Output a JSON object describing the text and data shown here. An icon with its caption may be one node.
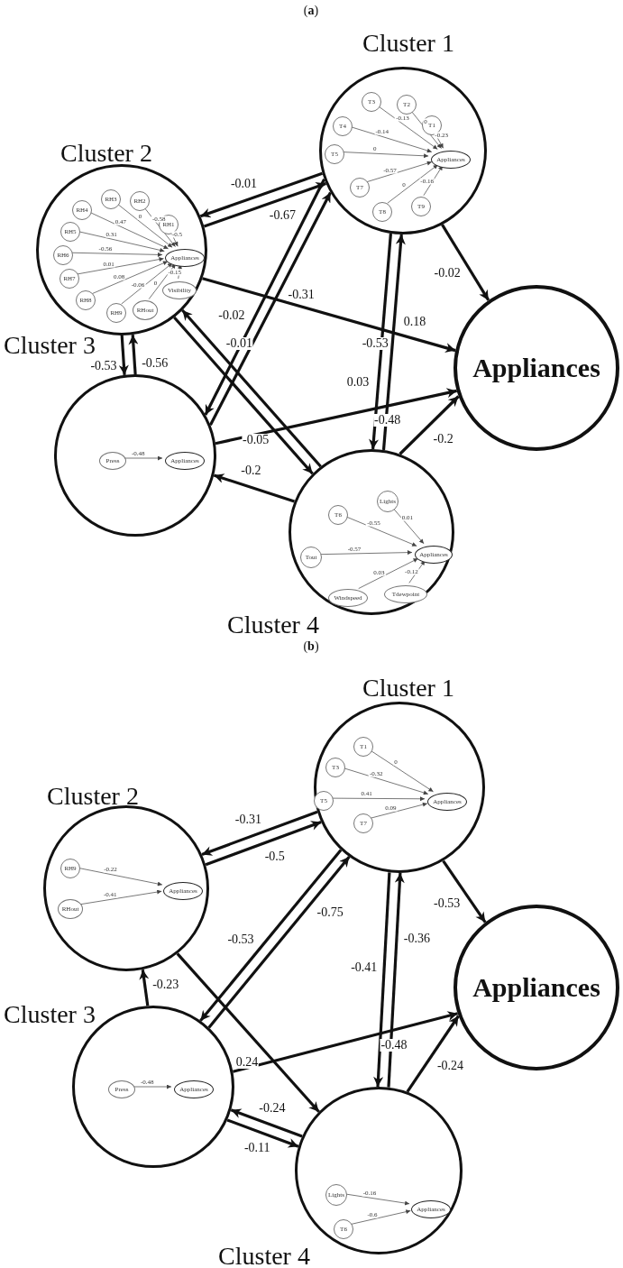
{
  "diagram": {
    "nodes": [
      {
        "text": [
          "Cluster 1"
        ]
      },
      {
        "text": [
          "Appliances"
        ],
        "in": 0
      },
      {
        "text": [
          "T3"
        ],
        "in": 0
      },
      {
        "text": [
          "T2"
        ],
        "in": 0
      },
      {
        "text": [
          "T1"
        ],
        "in": 0
      },
      {
        "text": [
          "T4"
        ],
        "in": 0
      },
      {
        "text": [
          "T5"
        ],
        "in": 0
      },
      {
        "text": [
          "T7"
        ],
        "in": 0
      },
      {
        "text": [
          "T8"
        ],
        "in": 0
      },
      {
        "text": [
          "T9"
        ],
        "in": 0
      },
      {
        "text": [
          "Cluster 2"
        ]
      },
      {
        "text": [
          "Appliances"
        ],
        "in": 10
      },
      {
        "text": [
          "RH3"
        ],
        "in": 10
      },
      {
        "text": [
          "RH2"
        ],
        "in": 10
      },
      {
        "text": [
          "RH4"
        ],
        "in": 10
      },
      {
        "text": [
          "RH1"
        ],
        "in": 10
      },
      {
        "text": [
          "RH5"
        ],
        "in": 10
      },
      {
        "text": [
          "RH6"
        ],
        "in": 10
      },
      {
        "text": [
          "RH7"
        ],
        "in": 10
      },
      {
        "text": [
          "RH8"
        ],
        "in": 10
      },
      {
        "text": [
          "RH9"
        ],
        "in": 10
      },
      {
        "text": [
          "RHout"
        ],
        "in": 10
      },
      {
        "text": [
          "Visibility"
        ],
        "in": 10
      },
      {
        "text": [
          "Appliances"
        ]
      },
      {
        "text": [
          "Cluster 3"
        ]
      },
      {
        "text": [
          "Press"
        ],
        "in": 24
      },
      {
        "text": [
          "Appliances"
        ],
        "in": 24
      },
      {
        "text": [
          "Cluster 4"
        ]
      },
      {
        "text": [
          "Lights"
        ],
        "in": 27
      },
      {
        "text": [
          "T6"
        ],
        "in": 27
      },
      {
        "text": [
          "Tout"
        ],
        "in": 27
      },
      {
        "text": [
          "Appliances"
        ],
        "in": 27
      },
      {
        "text": [
          "Windspeed"
        ],
        "in": 27
      },
      {
        "text": [
          "Tdewpoint"
        ],
        "in": 27
      },
      {
        "text": [
          "Cluster 1"
        ]
      },
      {
        "text": [
          "T1"
        ],
        "in": 34
      },
      {
        "text": [
          "T3"
        ],
        "in": 34
      },
      {
        "text": [
          "T5"
        ],
        "in": 34
      },
      {
        "text": [
          "T7"
        ],
        "in": 34
      },
      {
        "text": [
          "Appliances"
        ],
        "in": 34
      },
      {
        "text": [
          "Cluster 2"
        ]
      },
      {
        "text": [
          "RH9"
        ],
        "in": 40
      },
      {
        "text": [
          "RHout"
        ],
        "in": 40
      },
      {
        "text": [
          "Appliances"
        ],
        "in": 40
      },
      {
        "text": [
          "Appliances"
        ]
      },
      {
        "text": [
          "Cluster 3"
        ]
      },
      {
        "text": [
          "Press"
        ],
        "in": 45
      },
      {
        "text": [
          "Appliances"
        ],
        "in": 45
      },
      {
        "text": [
          "Cluster 4"
        ]
      },
      {
        "text": [
          "Lights"
        ],
        "in": 48
      },
      {
        "text": [
          "T6"
        ],
        "in": 48
      },
      {
        "text": [
          "Appliances"
        ],
        "in": 48
      }
    ],
    "edges": [
      {
        "from": 2,
        "to": 1,
        "arrow": "to",
        "label": "-0.13"
      },
      {
        "from": 3,
        "to": 1,
        "arrow": "to",
        "label": "0"
      },
      {
        "from": 4,
        "to": 1,
        "arrow": "to",
        "label": "-0.23"
      },
      {
        "from": 5,
        "to": 1,
        "arrow": "to",
        "label": "-0.14"
      },
      {
        "from": 6,
        "to": 1,
        "arrow": "to",
        "label": "0"
      },
      {
        "from": 7,
        "to": 1,
        "arrow": "to",
        "label": "-0.57"
      },
      {
        "from": 8,
        "to": 1,
        "arrow": "to",
        "label": "0"
      },
      {
        "from": 9,
        "to": 1,
        "arrow": "to",
        "label": "-0.16"
      },
      {
        "from": 12,
        "to": 11,
        "arrow": "to",
        "label": "0"
      },
      {
        "from": 13,
        "to": 11,
        "arrow": "to",
        "label": "-0.58"
      },
      {
        "from": 14,
        "to": 11,
        "arrow": "to",
        "label": "0.47"
      },
      {
        "from": 15,
        "to": 11,
        "arrow": "to",
        "label": "-0.5"
      },
      {
        "from": 16,
        "to": 11,
        "arrow": "to",
        "label": "0.31"
      },
      {
        "from": 17,
        "to": 11,
        "arrow": "to",
        "label": "-0.56"
      },
      {
        "from": 18,
        "to": 11,
        "arrow": "to",
        "label": "0.01"
      },
      {
        "from": 19,
        "to": 11,
        "arrow": "to",
        "label": "0.08"
      },
      {
        "from": 20,
        "to": 11,
        "arrow": "to",
        "label": "-0.06"
      },
      {
        "from": 21,
        "to": 11,
        "arrow": "to",
        "label": "0"
      },
      {
        "from": 22,
        "to": 11,
        "arrow": "to",
        "label": "-0.15"
      },
      {
        "from": 25,
        "to": 26,
        "arrow": "to",
        "label": "-0.48"
      },
      {
        "from": 28,
        "to": 31,
        "arrow": "to",
        "label": "0.01"
      },
      {
        "from": 29,
        "to": 31,
        "arrow": "to",
        "label": "-0.55"
      },
      {
        "from": 30,
        "to": 31,
        "arrow": "to",
        "label": "-0.57"
      },
      {
        "from": 32,
        "to": 31,
        "arrow": "to",
        "label": "0.03"
      },
      {
        "from": 33,
        "to": 31,
        "arrow": "to",
        "label": "-0.12"
      },
      {
        "from": 10,
        "to": 0,
        "arrow": "to",
        "label": "-0.67",
        "style": "thick"
      },
      {
        "from": 0,
        "to": 10,
        "arrow": "to",
        "label": "-0.01",
        "style": "thick"
      },
      {
        "from": 0,
        "to": 23,
        "arrow": "to",
        "label": "-0.02",
        "style": "thick"
      },
      {
        "from": 10,
        "to": 23,
        "arrow": "to",
        "label": "-0.53",
        "style": "thick"
      },
      {
        "from": 24,
        "to": 10,
        "arrow": "to",
        "label": "-0.56",
        "style": "thick"
      },
      {
        "from": 10,
        "to": 24,
        "arrow": "to",
        "label": "-0.53",
        "style": "thick"
      },
      {
        "from": 24,
        "to": 23,
        "arrow": "to",
        "label": "-0.48",
        "style": "thick"
      },
      {
        "from": 24,
        "to": 0,
        "arrow": "to",
        "label": "-0.31",
        "style": "thick"
      },
      {
        "from": 0,
        "to": 24,
        "arrow": "to",
        "label": "-0.02",
        "style": "thick"
      },
      {
        "from": 27,
        "to": 10,
        "arrow": "to",
        "label": "-0.01",
        "style": "thick"
      },
      {
        "from": 10,
        "to": 27,
        "arrow": "to",
        "label": "-0.05",
        "style": "thick"
      },
      {
        "from": 27,
        "to": 0,
        "arrow": "to",
        "label": "0.18",
        "style": "thick"
      },
      {
        "from": 0,
        "to": 27,
        "arrow": "to",
        "label": "0.03",
        "style": "thick"
      },
      {
        "from": 27,
        "to": 23,
        "arrow": "to",
        "label": "-0.2",
        "style": "thick"
      },
      {
        "from": 27,
        "to": 24,
        "arrow": "to",
        "label": "-0.2",
        "style": "thick"
      },
      {
        "from": 35,
        "to": 39,
        "arrow": "to",
        "label": "0"
      },
      {
        "from": 36,
        "to": 39,
        "arrow": "to",
        "label": "-0.32"
      },
      {
        "from": 37,
        "to": 39,
        "arrow": "to",
        "label": "0.41"
      },
      {
        "from": 38,
        "to": 39,
        "arrow": "to",
        "label": "0.09"
      },
      {
        "from": 41,
        "to": 43,
        "arrow": "to",
        "label": "-0.22"
      },
      {
        "from": 42,
        "to": 43,
        "arrow": "to",
        "label": "-0.41"
      },
      {
        "from": 46,
        "to": 47,
        "arrow": "to",
        "label": "-0.48"
      },
      {
        "from": 49,
        "to": 51,
        "arrow": "to",
        "label": "-0.16"
      },
      {
        "from": 50,
        "to": 51,
        "arrow": "to",
        "label": "-0.6"
      },
      {
        "from": 40,
        "to": 34,
        "arrow": "to",
        "label": "-0.5",
        "style": "thick"
      },
      {
        "from": 34,
        "to": 40,
        "arrow": "to",
        "label": "-0.31",
        "style": "thick"
      },
      {
        "from": 34,
        "to": 44,
        "arrow": "to",
        "label": "-0.53",
        "style": "thick"
      },
      {
        "from": 45,
        "to": 34,
        "arrow": "to",
        "label": "-0.75",
        "style": "thick"
      },
      {
        "from": 34,
        "to": 45,
        "arrow": "to",
        "label": "-0.53",
        "style": "thick"
      },
      {
        "from": 48,
        "to": 34,
        "arrow": "to",
        "label": "-0.36",
        "style": "thick"
      },
      {
        "from": 34,
        "to": 48,
        "arrow": "to",
        "label": "-0.41",
        "style": "thick"
      },
      {
        "from": 45,
        "to": 40,
        "arrow": "to",
        "label": "-0.23",
        "style": "thick"
      },
      {
        "from": 40,
        "to": 48,
        "arrow": "to",
        "label": "0.24",
        "style": "thick"
      },
      {
        "from": 45,
        "to": 44,
        "arrow": "to",
        "label": "-0.48",
        "style": "thick"
      },
      {
        "from": 48,
        "to": 44,
        "arrow": "to",
        "label": "-0.24",
        "style": "thick"
      },
      {
        "from": 45,
        "to": 48,
        "arrow": "to",
        "label": "-0.11",
        "style": "thick"
      },
      {
        "from": 48,
        "to": 45,
        "arrow": "to",
        "label": "-0.24",
        "style": "thick"
      }
    ],
    "labels": [
      "(**a**)",
      "(**b**)"
    ]
  }
}
